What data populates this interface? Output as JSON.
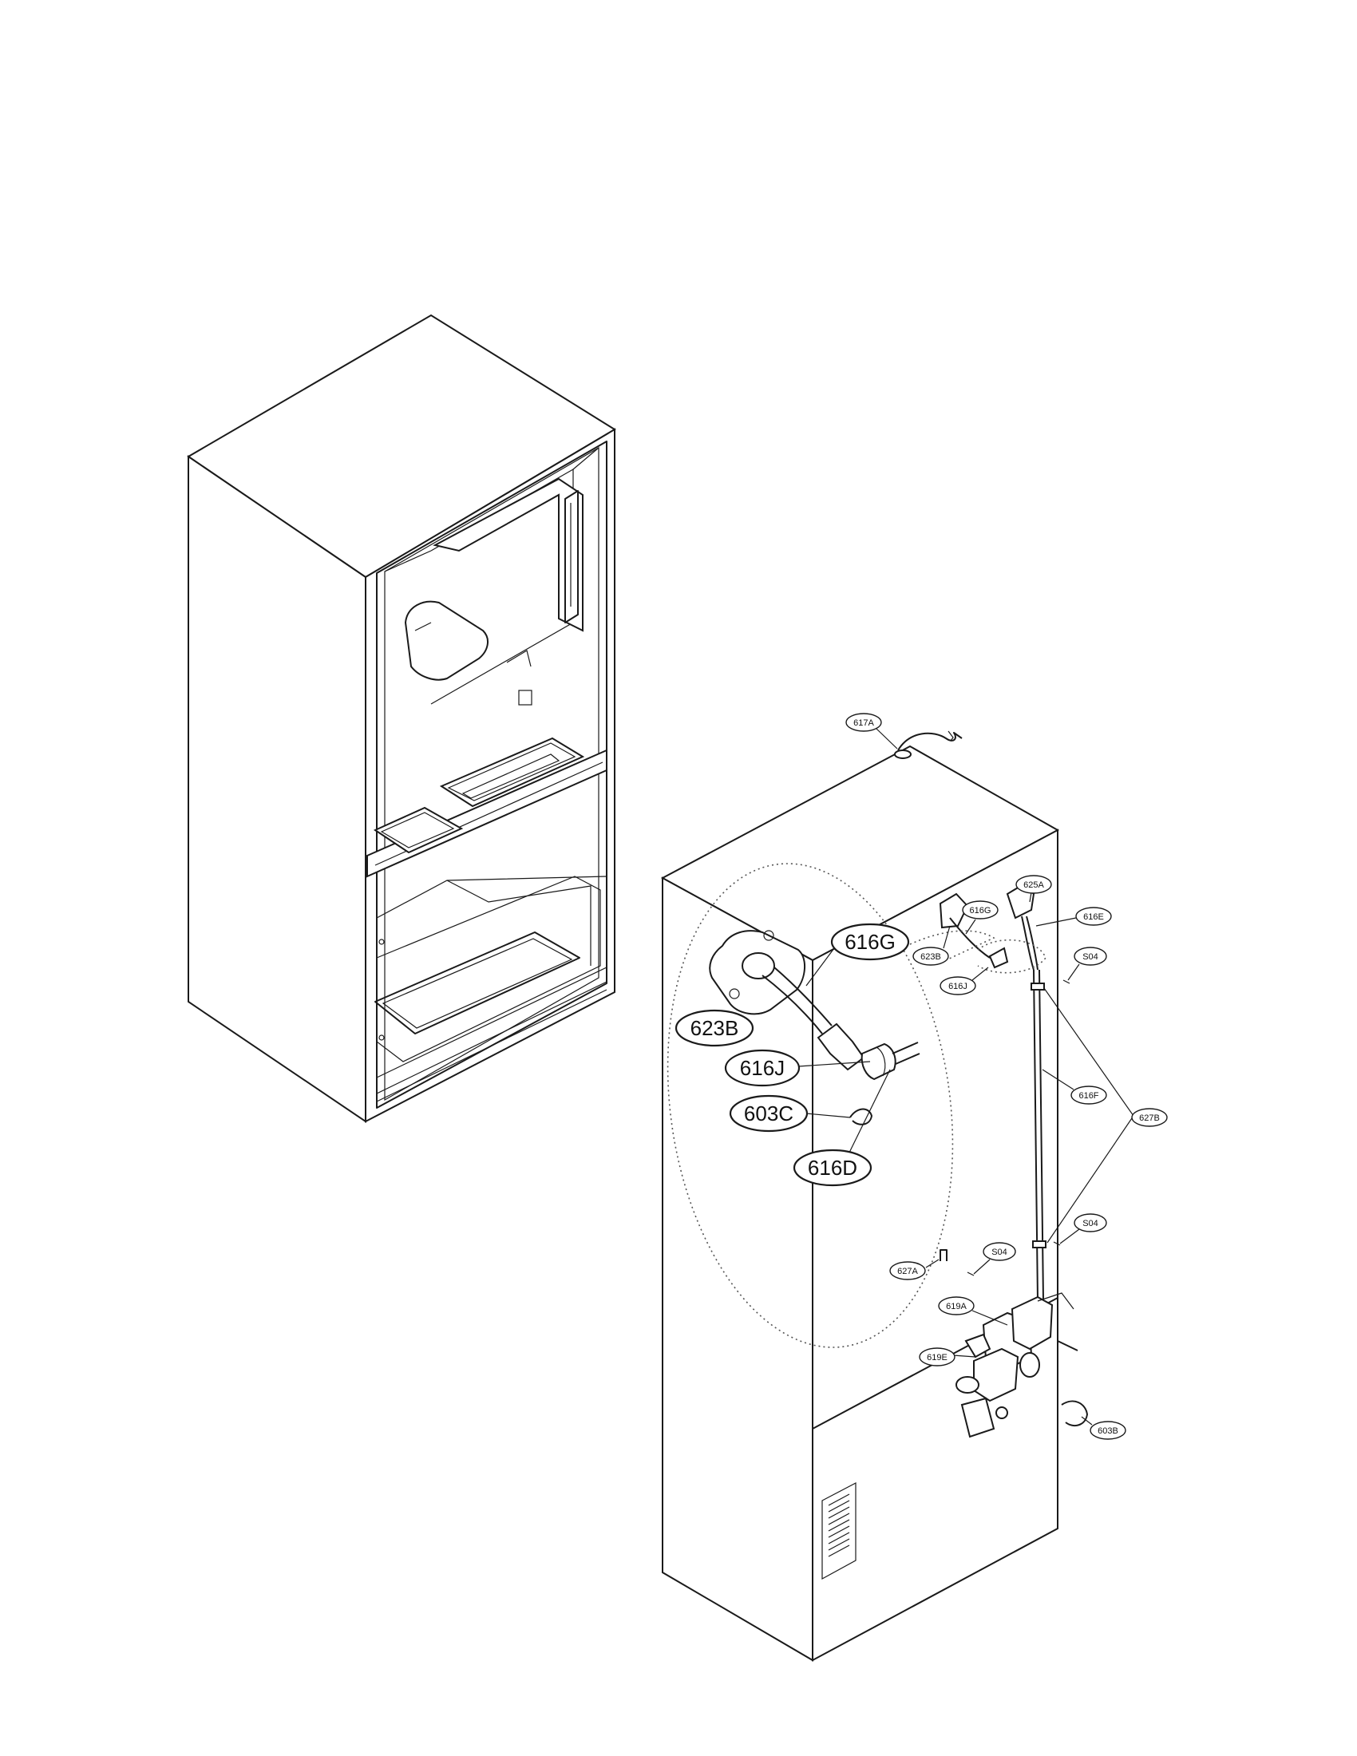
{
  "callouts_small": [
    {
      "id": "617A",
      "label": "617A"
    },
    {
      "id": "625A",
      "label": "625A"
    },
    {
      "id": "616G",
      "label": "616G"
    },
    {
      "id": "616E",
      "label": "616E"
    },
    {
      "id": "623B",
      "label": "623B"
    },
    {
      "id": "616J",
      "label": "616J"
    },
    {
      "id": "S04a",
      "label": "S04"
    },
    {
      "id": "616F",
      "label": "616F"
    },
    {
      "id": "627B",
      "label": "627B"
    },
    {
      "id": "S04b",
      "label": "S04"
    },
    {
      "id": "S04c",
      "label": "S04"
    },
    {
      "id": "627A",
      "label": "627A"
    },
    {
      "id": "619A",
      "label": "619A"
    },
    {
      "id": "619E",
      "label": "619E"
    },
    {
      "id": "603B",
      "label": "603B"
    }
  ],
  "callouts_detail": [
    {
      "id": "616G",
      "label": "616G"
    },
    {
      "id": "623B",
      "label": "623B"
    },
    {
      "id": "616J",
      "label": "616J"
    },
    {
      "id": "603C",
      "label": "603C"
    },
    {
      "id": "616D",
      "label": "616D"
    }
  ]
}
